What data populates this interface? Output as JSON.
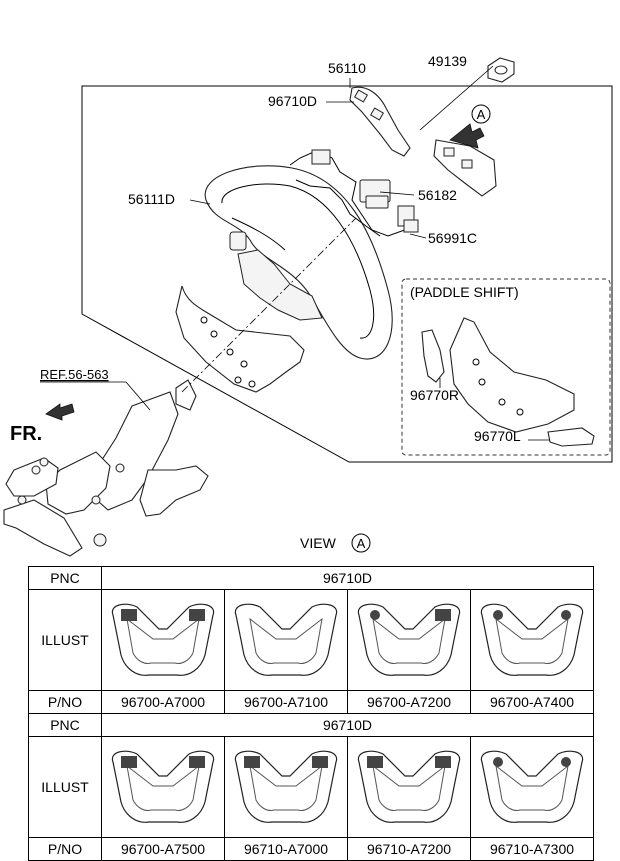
{
  "callouts": {
    "p56110": "56110",
    "p49139": "49139",
    "p96710D": "96710D",
    "p56111D": "56111D",
    "p56182": "56182",
    "p56991C": "56991C",
    "paddle_title": "(PADDLE SHIFT)",
    "p96770R": "96770R",
    "p96770L": "96770L",
    "ref": "REF.56-563",
    "fr": "FR.",
    "view_a_circle": "A",
    "view_label": "VIEW",
    "view_circle": "A"
  },
  "table": {
    "pnc_label": "PNC",
    "illust_label": "ILLUST",
    "pno_label": "P/NO",
    "pnc_value_1": "96710D",
    "pnc_value_2": "96710D",
    "row1_parts": [
      "96700-A7000",
      "96700-A7100",
      "96700-A7200",
      "96700-A7400"
    ],
    "row2_parts": [
      "96700-A7500",
      "96710-A7000",
      "96710-A7200",
      "96710-A7300"
    ]
  }
}
